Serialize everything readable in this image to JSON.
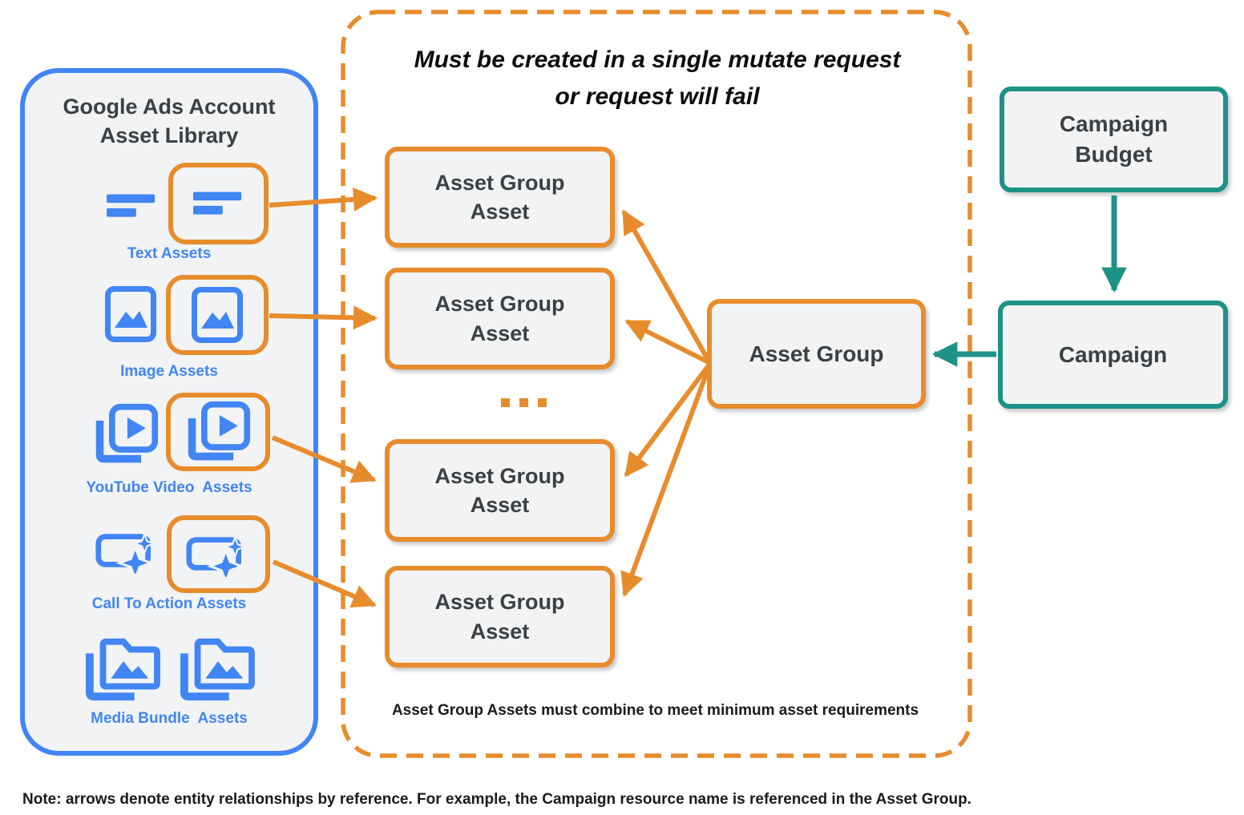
{
  "colors": {
    "orange": "#E78C2D",
    "teal": "#1E9286",
    "blue": "#4285F4",
    "box_fill": "#F1F3F4",
    "dark_text": "#3C4043"
  },
  "library": {
    "title": "Google Ads Account Asset Library",
    "items": [
      {
        "label": "Text Assets",
        "icon": "text-lines-icon"
      },
      {
        "label": "Image Assets",
        "icon": "image-icon"
      },
      {
        "label": "YouTube Video  Assets",
        "icon": "youtube-video-icon"
      },
      {
        "label": "Call To Action Assets",
        "icon": "call-to-action-icon"
      },
      {
        "label": "Media Bundle  Assets",
        "icon": "media-bundle-icon"
      }
    ]
  },
  "mutate_panel": {
    "title": [
      "Must be created in a single mutate request",
      "or request will fail"
    ],
    "boxes": [
      "Asset Group Asset",
      "Asset Group Asset",
      "Asset Group Asset",
      "Asset Group Asset"
    ],
    "ellipsis": "...",
    "caption": "Asset Group Assets must combine to meet minimum asset requirements"
  },
  "asset_group": {
    "label": "Asset Group"
  },
  "campaign_budget": {
    "label": "Campaign Budget"
  },
  "campaign": {
    "label": "Campaign"
  },
  "note": {
    "text": "Note: arrows denote entity relationships by reference. For example, the Campaign resource name is referenced in the Asset Group."
  }
}
